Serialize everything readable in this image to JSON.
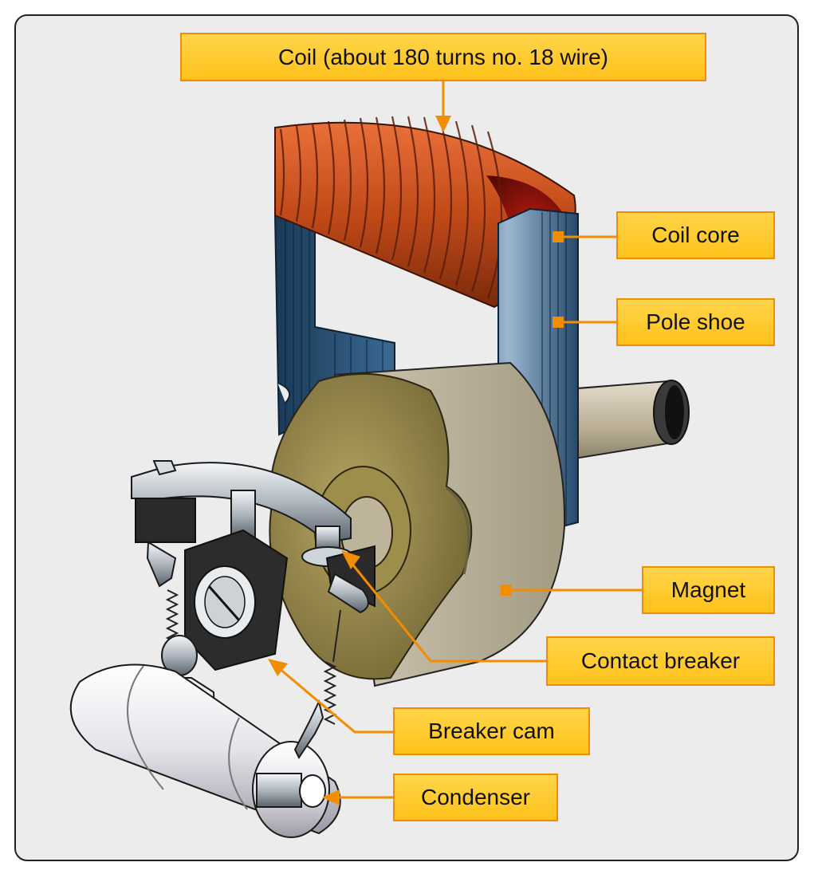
{
  "figure": {
    "labels": {
      "coil": "Coil (about 180 turns no. 18 wire)",
      "coil_core": "Coil core",
      "pole_shoe": "Pole shoe",
      "magnet": "Magnet",
      "contact_breaker": "Contact breaker",
      "breaker_cam": "Breaker cam",
      "condenser": "Condenser"
    }
  },
  "colors": {
    "label_fill": "#ffc21a",
    "label_border": "#f28c00",
    "leader": "#f28c00",
    "coil": "#c9521c",
    "core": "#2f5f86",
    "magnet": "#8f8148",
    "shaft": "#b8ad94",
    "condenser": "#e8e6ec"
  }
}
